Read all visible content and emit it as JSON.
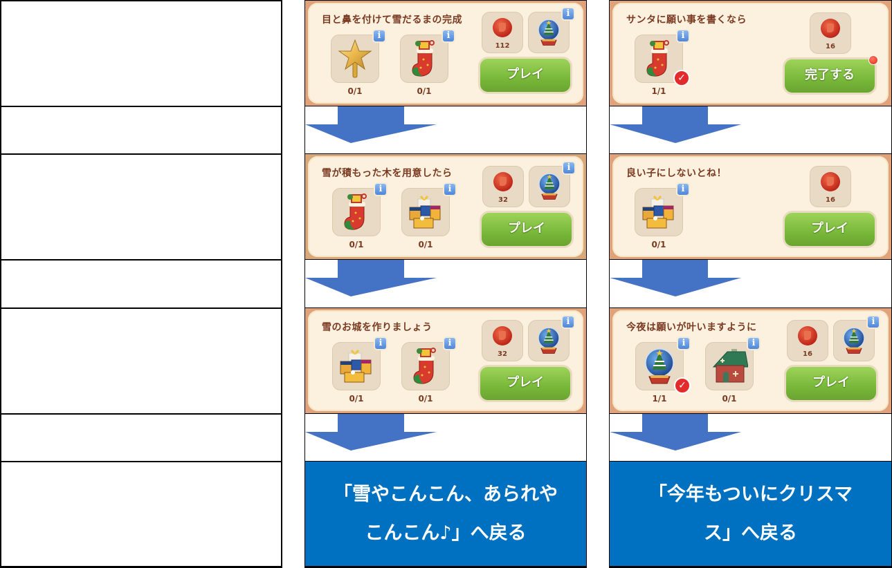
{
  "colors": {
    "arrow": "#4472c4",
    "goto_box": "#0070c0",
    "card_border": "#e0a27a",
    "card_bg": "#fbf1de",
    "title_text": "#7a3a22",
    "play_button": "#78b83a",
    "info_badge": "#4f86d8",
    "check_badge": "#e32b2b"
  },
  "left_column": {
    "rows": [
      "",
      "",
      "",
      "",
      "",
      "",
      ""
    ]
  },
  "columns": [
    {
      "quests": [
        {
          "title": "目と鼻を付けて雪だるまの完成",
          "items": [
            {
              "icon": "star-tree-topper-icon",
              "count": "0/1",
              "completed": false
            },
            {
              "icon": "christmas-stocking-icon",
              "count": "0/1",
              "completed": false
            }
          ],
          "reward_coin": "112",
          "reward_item": "snow-globe-icon",
          "button": "プレイ",
          "notification": false
        },
        {
          "title": "雪が積もった木を用意したら",
          "items": [
            {
              "icon": "christmas-stocking-icon",
              "count": "0/1",
              "completed": false
            },
            {
              "icon": "gift-boxes-icon",
              "count": "0/1",
              "completed": false
            }
          ],
          "reward_coin": "32",
          "reward_item": "snow-globe-icon",
          "button": "プレイ",
          "notification": false
        },
        {
          "title": "雪のお城を作りましょう",
          "items": [
            {
              "icon": "gift-boxes-icon",
              "count": "0/1",
              "completed": false
            },
            {
              "icon": "christmas-stocking-icon",
              "count": "0/1",
              "completed": false
            }
          ],
          "reward_coin": "32",
          "reward_item": "snow-globe-icon",
          "button": "プレイ",
          "notification": false
        }
      ],
      "goto_text": "「雪やこんこん、あられやこんこん♪」へ戻る",
      "goto_line1": "「雪やこんこん、あられや",
      "goto_line2": "こんこん♪」へ戻る"
    },
    {
      "quests": [
        {
          "title": "サンタに願い事を書くなら",
          "items": [
            {
              "icon": "christmas-stocking-icon",
              "count": "1/1",
              "completed": true
            }
          ],
          "reward_coin": "16",
          "reward_item": null,
          "button": "完了する",
          "notification": true
        },
        {
          "title": "良い子にしないとね！",
          "items": [
            {
              "icon": "gift-boxes-icon",
              "count": "0/1",
              "completed": false
            }
          ],
          "reward_coin": "16",
          "reward_item": null,
          "button": "プレイ",
          "notification": false
        },
        {
          "title": "今夜は願いが叶いますように",
          "items": [
            {
              "icon": "snow-globe-icon",
              "count": "1/1",
              "completed": true
            },
            {
              "icon": "red-house-icon",
              "count": "0/1",
              "completed": false
            }
          ],
          "reward_coin": "16",
          "reward_item": "snow-globe-icon",
          "button": "プレイ",
          "notification": false
        }
      ],
      "goto_text": "「今年もついにクリスマス」へ戻る",
      "goto_line1": "「今年もついにクリスマ",
      "goto_line2": "ス」へ戻る"
    }
  ],
  "badges": {
    "info": "i",
    "check": "✓"
  }
}
